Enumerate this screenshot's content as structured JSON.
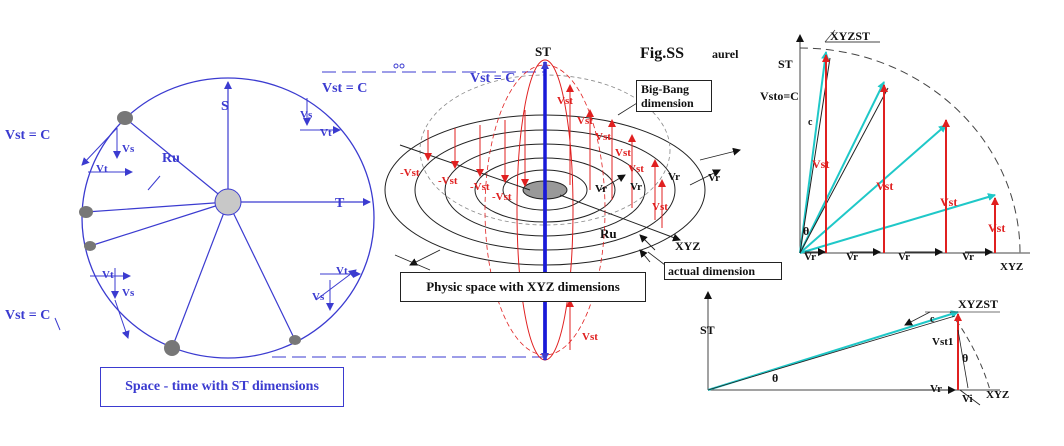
{
  "figure": {
    "title": "Fig.SS",
    "author": "aurel"
  },
  "left_diagram": {
    "label_s": "S",
    "label_t": "T",
    "label_ru": "Ru",
    "label_vst_c_top_left": "Vst =  C",
    "label_vst_c_top_right": "Vst =  C",
    "label_vst_c_bottom_left": "Vst =  C",
    "label_vs": "Vs",
    "label_vt": "Vt",
    "caption": "Space - time  with ST dimensions"
  },
  "center_diagram": {
    "label_st": "ST",
    "label_vst_c": "Vst = C",
    "label_vst": "Vst",
    "label_neg_vst": "-Vst",
    "label_vr": "Vr",
    "label_ru": "Ru",
    "label_xyz": "XYZ",
    "bigbang_line1": "Big-Bang",
    "bigbang_line2": "dimension",
    "actual_dimension": "actual dimension",
    "physic_space": "Physic space with XYZ dimensions"
  },
  "right_top_diagram": {
    "label_xyzst": "XYZST",
    "label_st": "ST",
    "label_vsto": "Vsto=C",
    "label_c": "c",
    "label_vst": "Vst",
    "label_vr": "Vr",
    "label_theta": "θ",
    "label_xyz": "XYZ"
  },
  "right_bottom_diagram": {
    "label_st": "ST",
    "label_xyzst": "XYZST",
    "label_c": "c",
    "label_vst1": "Vst1",
    "label_theta": "θ",
    "label_vr": "Vr",
    "label_vi": "Vi",
    "label_xyz": "XYZ"
  },
  "colors": {
    "blue": "#3b3bd0",
    "red": "#e02020",
    "cyan": "#1fc8c8",
    "black": "#111111"
  }
}
